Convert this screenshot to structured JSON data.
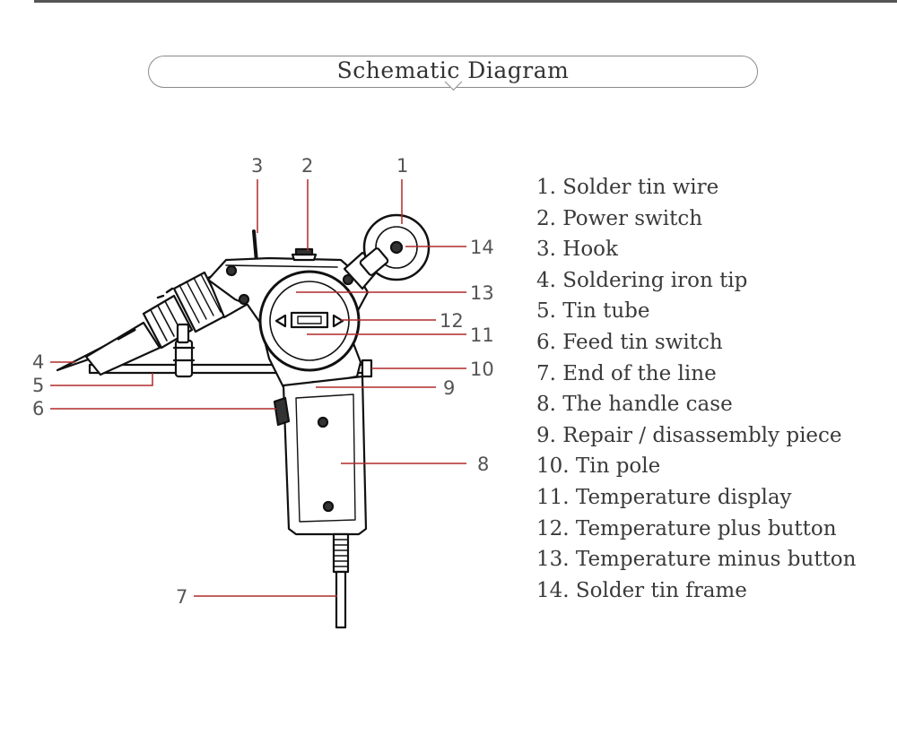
{
  "title": "Schematic Diagram",
  "callouts": [
    "1",
    "2",
    "3",
    "4",
    "5",
    "6",
    "7",
    "8",
    "9",
    "10",
    "11",
    "12",
    "13",
    "14"
  ],
  "legend": [
    "1. Solder tin wire",
    "2. Power switch",
    "3. Hook",
    "4. Soldering iron tip",
    "5. Tin tube",
    "6. Feed tin switch",
    "7. End of the line",
    "8. The handle case",
    "9. Repair / disassembly piece",
    "10. Tin pole",
    "11. Temperature display",
    "12. Temperature plus button",
    "13. Temperature minus button",
    "14. Solder tin frame"
  ],
  "colors": {
    "leader": "#b02a2a",
    "outline": "#111111",
    "text": "#3a3a3a"
  }
}
